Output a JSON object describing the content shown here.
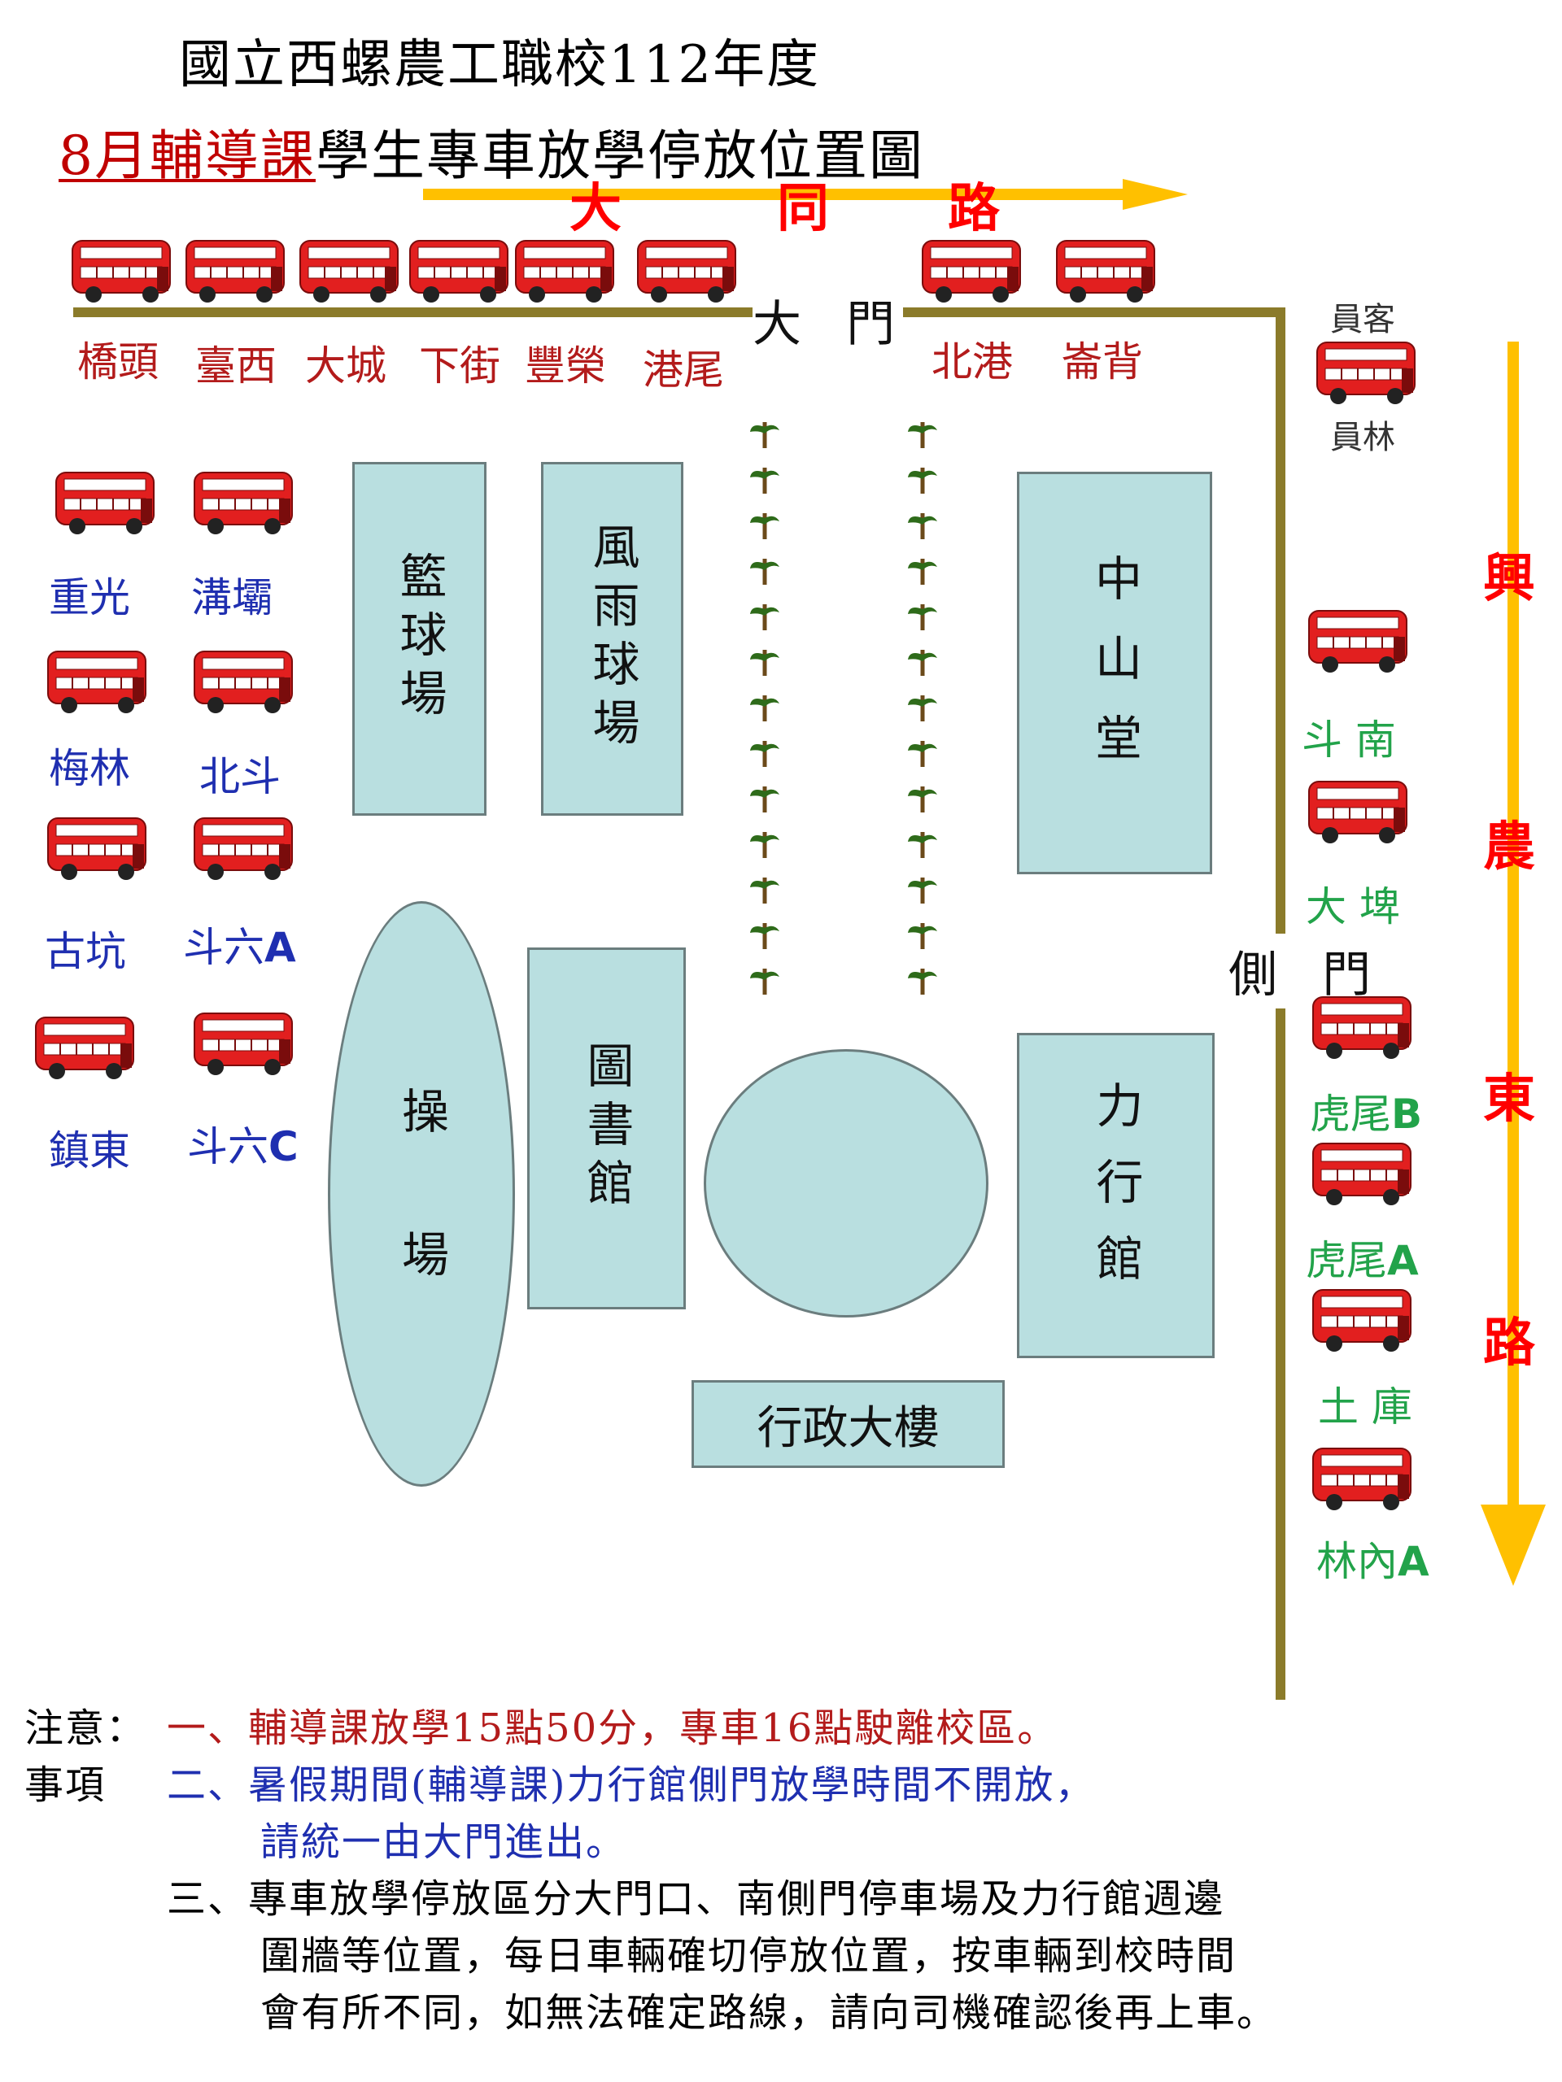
{
  "title": {
    "line1": "國立西螺農工職校112年度",
    "line2_highlight": "8月輔導課",
    "line2_rest": "學生專車放學停放位置圖"
  },
  "roads": {
    "top": "大　同　路",
    "top_chars": [
      "大",
      "同",
      "路"
    ],
    "right_chars": [
      "興",
      "農",
      "東",
      "路"
    ]
  },
  "gates": {
    "main": "大 門",
    "side": "側 門"
  },
  "stops_top": [
    "橋頭",
    "臺西",
    "大城",
    "下街",
    "豐榮",
    "港尾",
    "北港",
    "崙背"
  ],
  "stop_yuanlin": {
    "top": "員客",
    "bottom": "員林"
  },
  "stops_left": [
    {
      "name": "重光",
      "suffix": ""
    },
    {
      "name": "溝壩",
      "suffix": ""
    },
    {
      "name": "梅林",
      "suffix": ""
    },
    {
      "name": "北斗",
      "suffix": ""
    },
    {
      "name": "古坑",
      "suffix": ""
    },
    {
      "name": "斗六",
      "suffix": "A"
    },
    {
      "name": "鎮東",
      "suffix": ""
    },
    {
      "name": "斗六",
      "suffix": "C"
    }
  ],
  "stops_right": [
    {
      "name": "斗 南",
      "suffix": ""
    },
    {
      "name": "大 埤",
      "suffix": ""
    },
    {
      "name": "虎尾",
      "suffix": "B"
    },
    {
      "name": "虎尾",
      "suffix": "A"
    },
    {
      "name": "土 庫",
      "suffix": ""
    },
    {
      "name": "林內",
      "suffix": "A"
    }
  ],
  "buildings": {
    "basketball": "籃球場",
    "rain_court": "風雨球場",
    "zhongshan": "中山堂",
    "playground": "操　場",
    "library": "圖書館",
    "lixing": "力行館",
    "admin": "行政大樓"
  },
  "notes": {
    "label1": "注意：",
    "label2": "事項",
    "item1": "一、輔導課放學15點50分，專車16點駛離校區。",
    "item2a": "二、暑假期間(輔導課)力行館側門放學時間不開放，",
    "item2b": "請統一由大門進出。",
    "item3a": "三、專車放學停放區分大門口、南側門停車場及力行館週邊",
    "item3b": "圍牆等位置，每日車輛確切停放位置，按車輛到校時間",
    "item3c": "會有所不同，如無法確定路線，請向司機確認後再上車。"
  },
  "colors": {
    "road_arrow": "#ffc000",
    "bus": "#e21f1f",
    "building": "#b9dfe0",
    "wall": "#8b7b2a"
  }
}
